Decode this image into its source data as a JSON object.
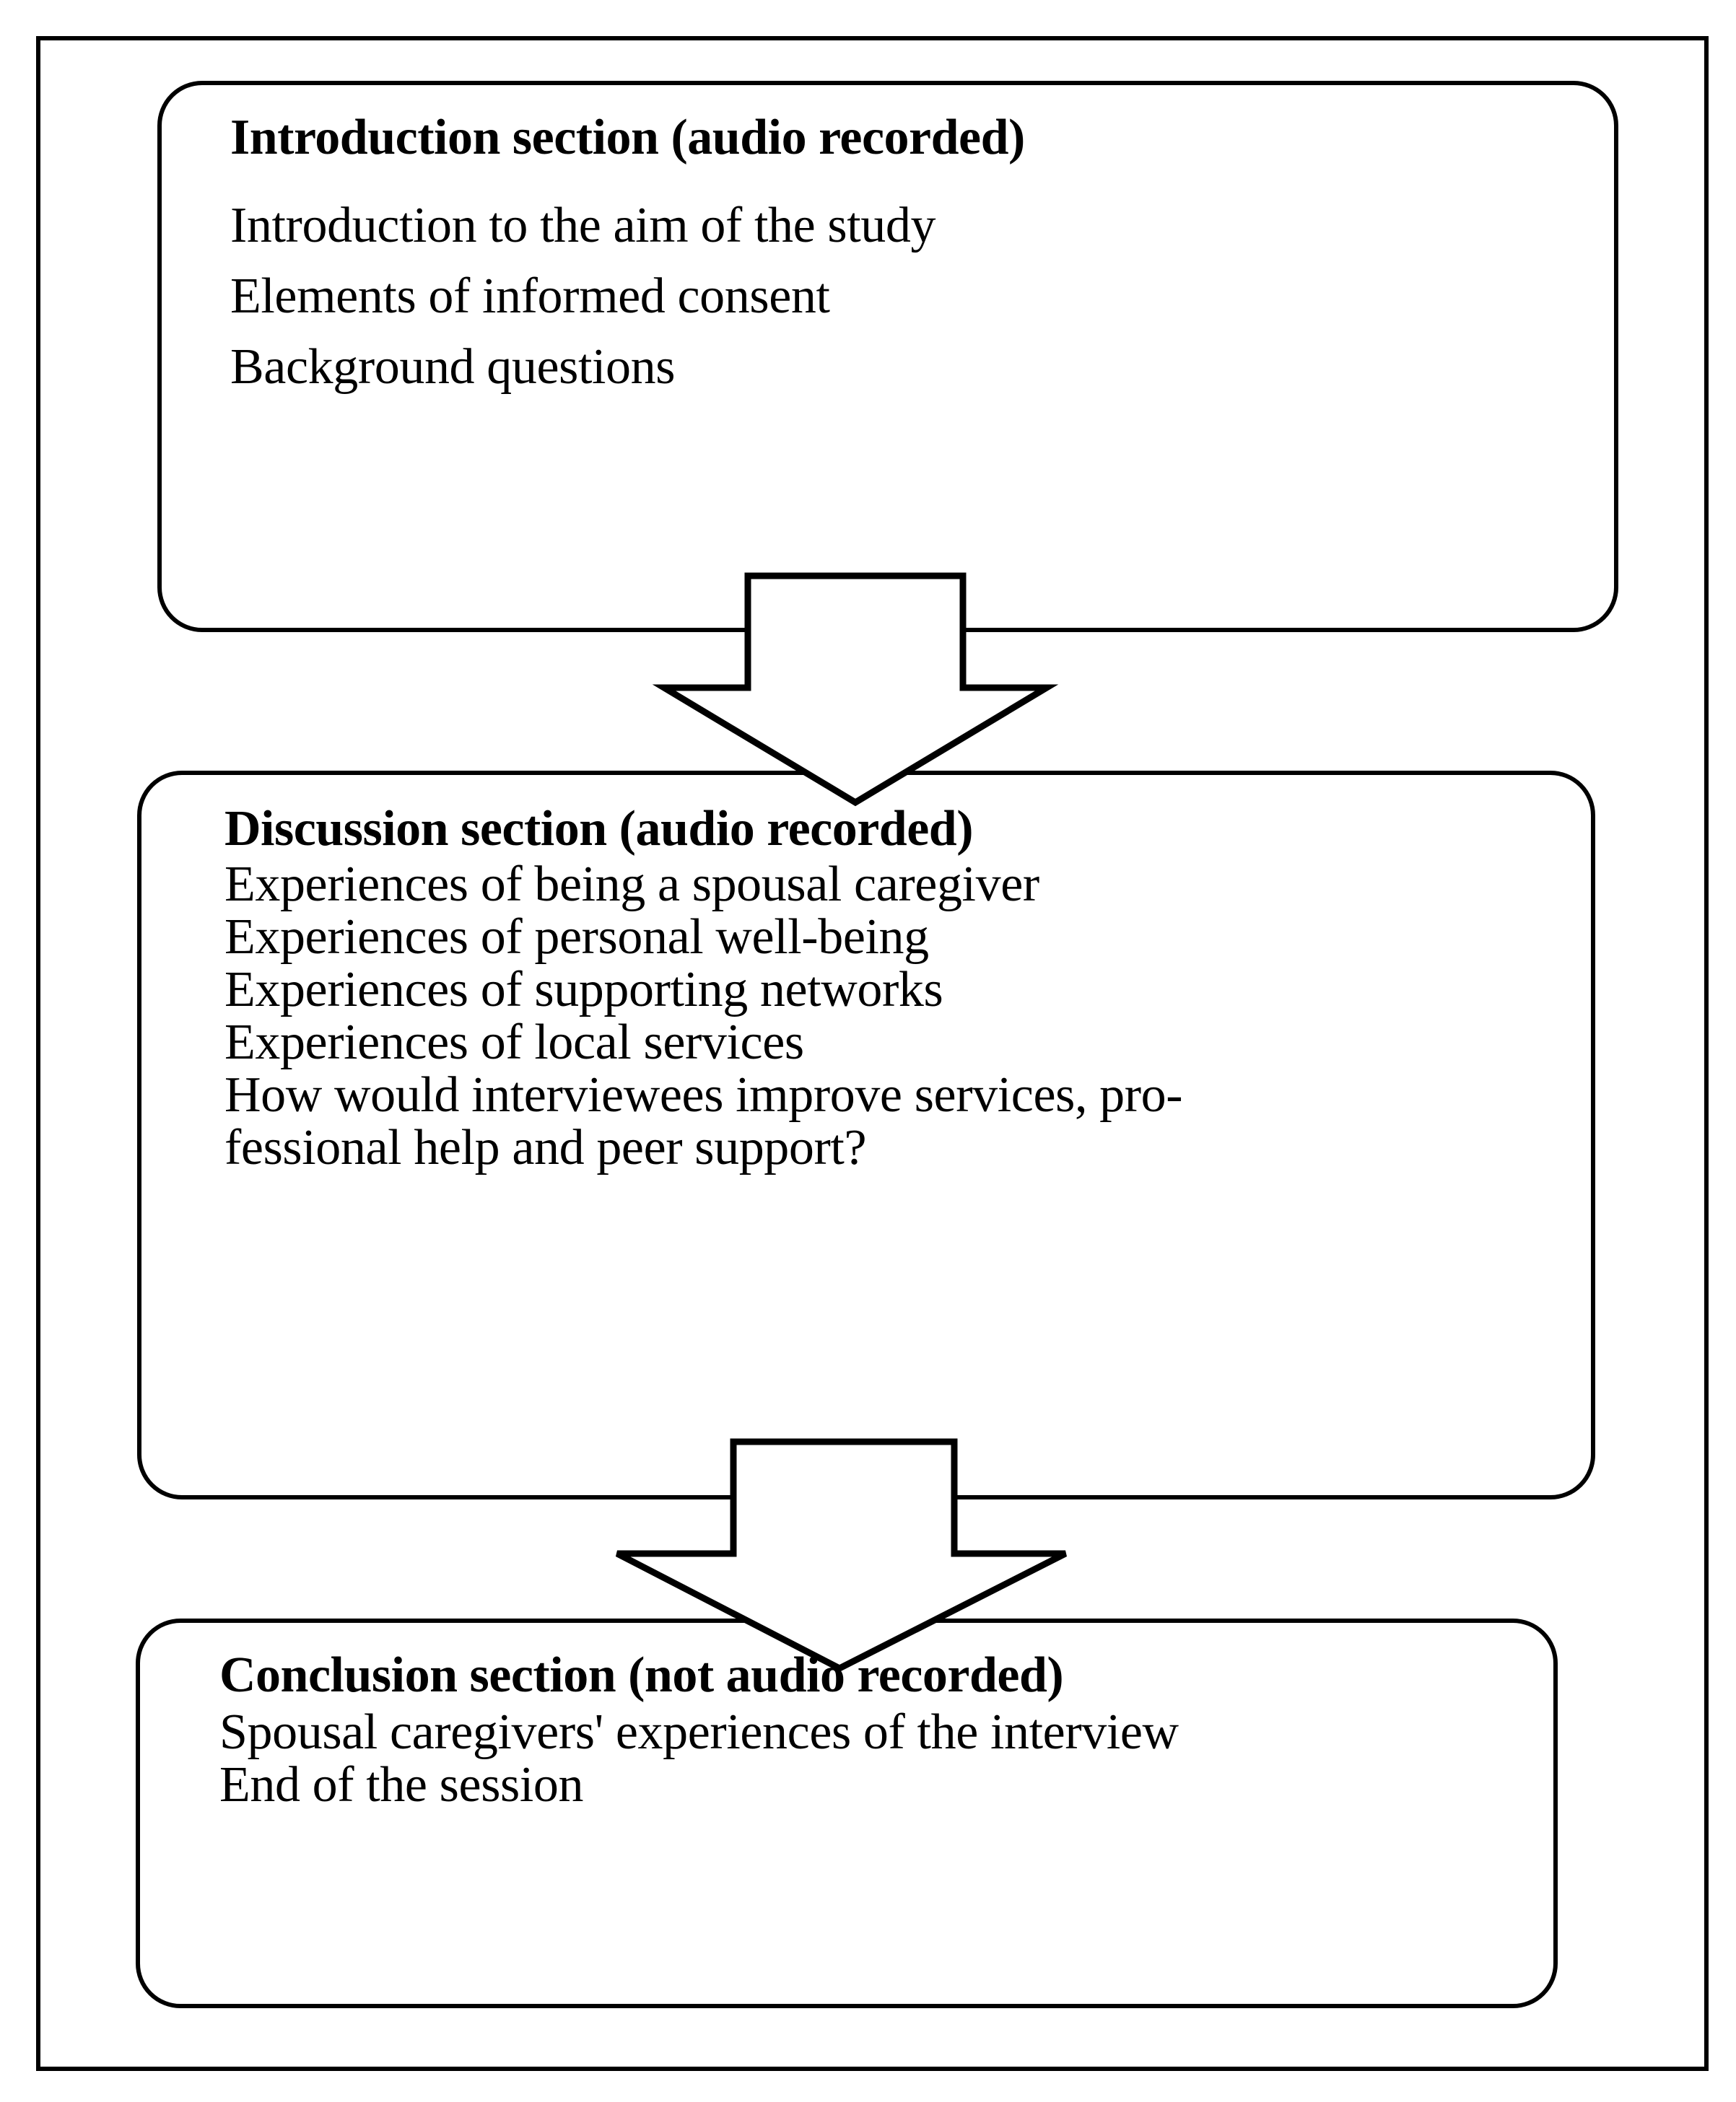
{
  "figure": {
    "name": "interview-guide-flowchart",
    "accent_color": "#000000",
    "background_color": "#ffffff",
    "stroke_color": "#000000"
  },
  "boxes": [
    {
      "id": "introduction",
      "title": "Introduction section (audio recorded)",
      "lines": [
        "Introduction to the aim of the study",
        "Elements of informed consent",
        "Background questions"
      ]
    },
    {
      "id": "discussion",
      "title": "Discussion section (audio recorded)",
      "lines": [
        "Experiences of being a spousal caregiver",
        "Experiences of personal well-being",
        "Experiences of supporting networks",
        "Experiences of local services",
        "How would interviewees improve services, pro-",
        "fessional help and peer support?"
      ]
    },
    {
      "id": "conclusion",
      "title": "Conclusion section (not audio recorded)",
      "lines": [
        "Spousal caregivers' experiences of the interview",
        "End of the session"
      ]
    }
  ],
  "arrows": [
    {
      "id": "arrow-introduction-to-discussion",
      "direction": "down"
    },
    {
      "id": "arrow-discussion-to-conclusion",
      "direction": "down"
    }
  ]
}
